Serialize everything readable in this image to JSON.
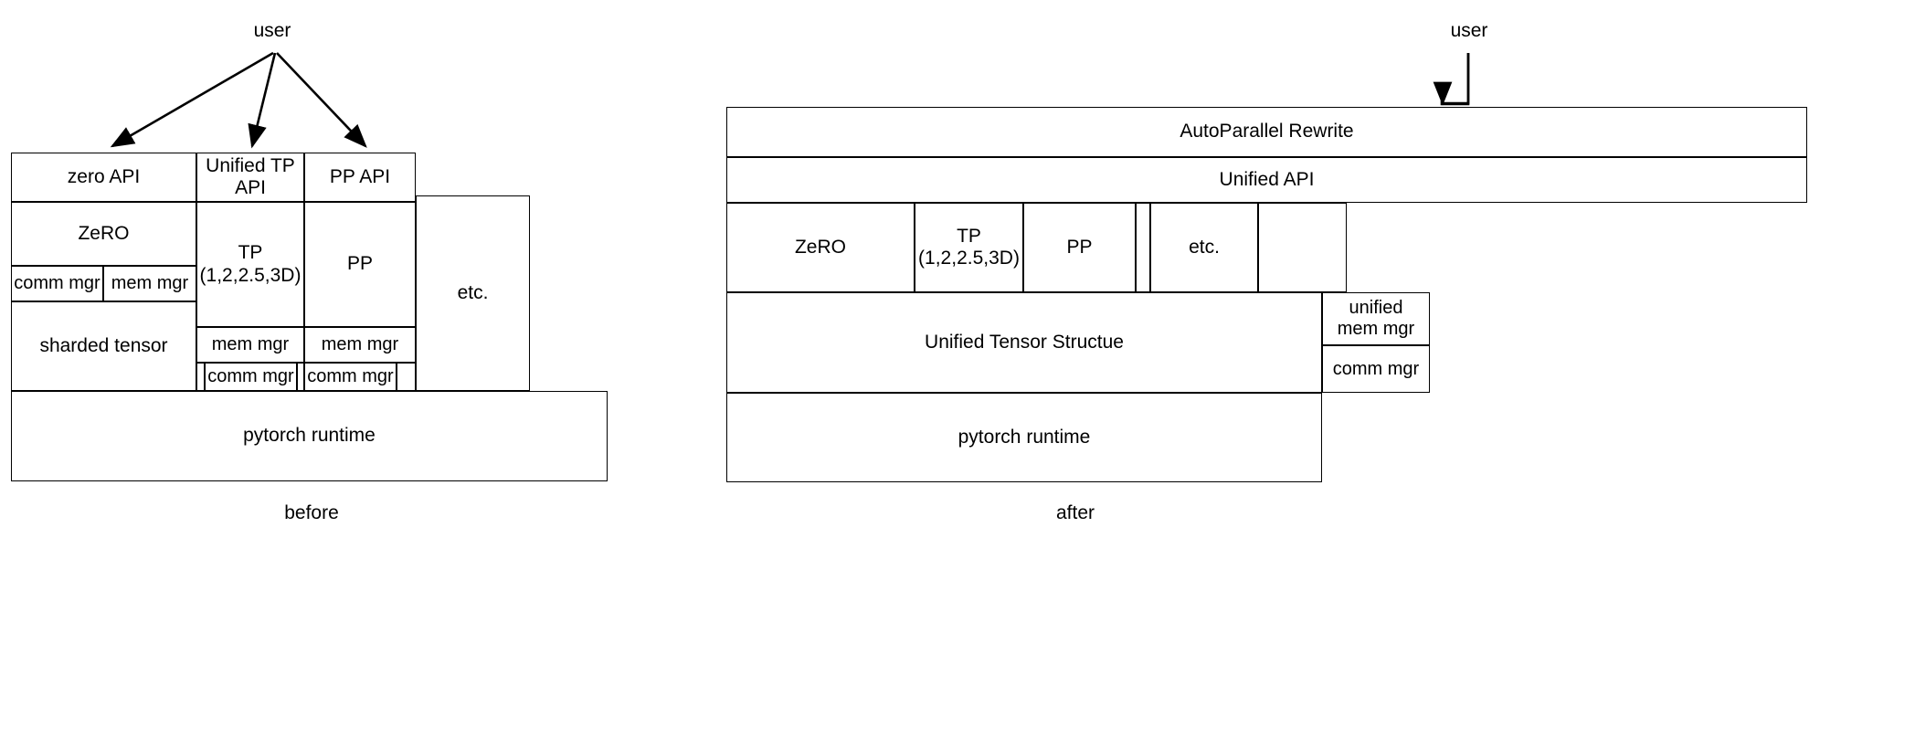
{
  "diagrams": [
    {
      "id": "before",
      "caption": "before",
      "actor": "user",
      "boxes": [
        {
          "name": "zero-api",
          "label": "zero API"
        },
        {
          "name": "unified-tp-api",
          "label": "Unified TP\nAPI"
        },
        {
          "name": "pp-api",
          "label": "PP API"
        },
        {
          "name": "zero",
          "label": "ZeRO"
        },
        {
          "name": "zero-comm-mgr",
          "label": "comm mgr"
        },
        {
          "name": "zero-mem-mgr",
          "label": "mem mgr"
        },
        {
          "name": "sharded-tensor",
          "label": "sharded tensor"
        },
        {
          "name": "tp",
          "label": "TP\n(1,2,2.5,3D)"
        },
        {
          "name": "tp-mem-mgr",
          "label": "mem mgr"
        },
        {
          "name": "tp-comm-mgr",
          "label": "comm mgr"
        },
        {
          "name": "tp-spacer-left",
          "label": ""
        },
        {
          "name": "pp",
          "label": "PP"
        },
        {
          "name": "pp-mem-mgr",
          "label": "mem mgr"
        },
        {
          "name": "pp-comm-mgr",
          "label": "comm mgr"
        },
        {
          "name": "pp-spacer-right",
          "label": ""
        },
        {
          "name": "etc",
          "label": "etc."
        },
        {
          "name": "pytorch-runtime",
          "label": "pytorch runtime"
        }
      ]
    },
    {
      "id": "after",
      "caption": "after",
      "actor": "user",
      "boxes": [
        {
          "name": "autoparallel-rewrite",
          "label": "AutoParallel Rewrite"
        },
        {
          "name": "unified-api",
          "label": "Unified API"
        },
        {
          "name": "zero",
          "label": "ZeRO"
        },
        {
          "name": "tp",
          "label": "TP\n(1,2,2.5,3D)"
        },
        {
          "name": "pp",
          "label": "PP"
        },
        {
          "name": "spacer-narrow",
          "label": ""
        },
        {
          "name": "etc",
          "label": "etc."
        },
        {
          "name": "spacer-right",
          "label": ""
        },
        {
          "name": "unified-tensor-structue",
          "label": "Unified Tensor Structue"
        },
        {
          "name": "unified-mem-mgr",
          "label": "unified\nmem mgr"
        },
        {
          "name": "comm-mgr",
          "label": "comm mgr"
        },
        {
          "name": "pytorch-runtime",
          "label": "pytorch runtime"
        }
      ]
    }
  ],
  "colors": {
    "stroke": "#000000",
    "fill": "#ffffff",
    "text": "#000000"
  }
}
